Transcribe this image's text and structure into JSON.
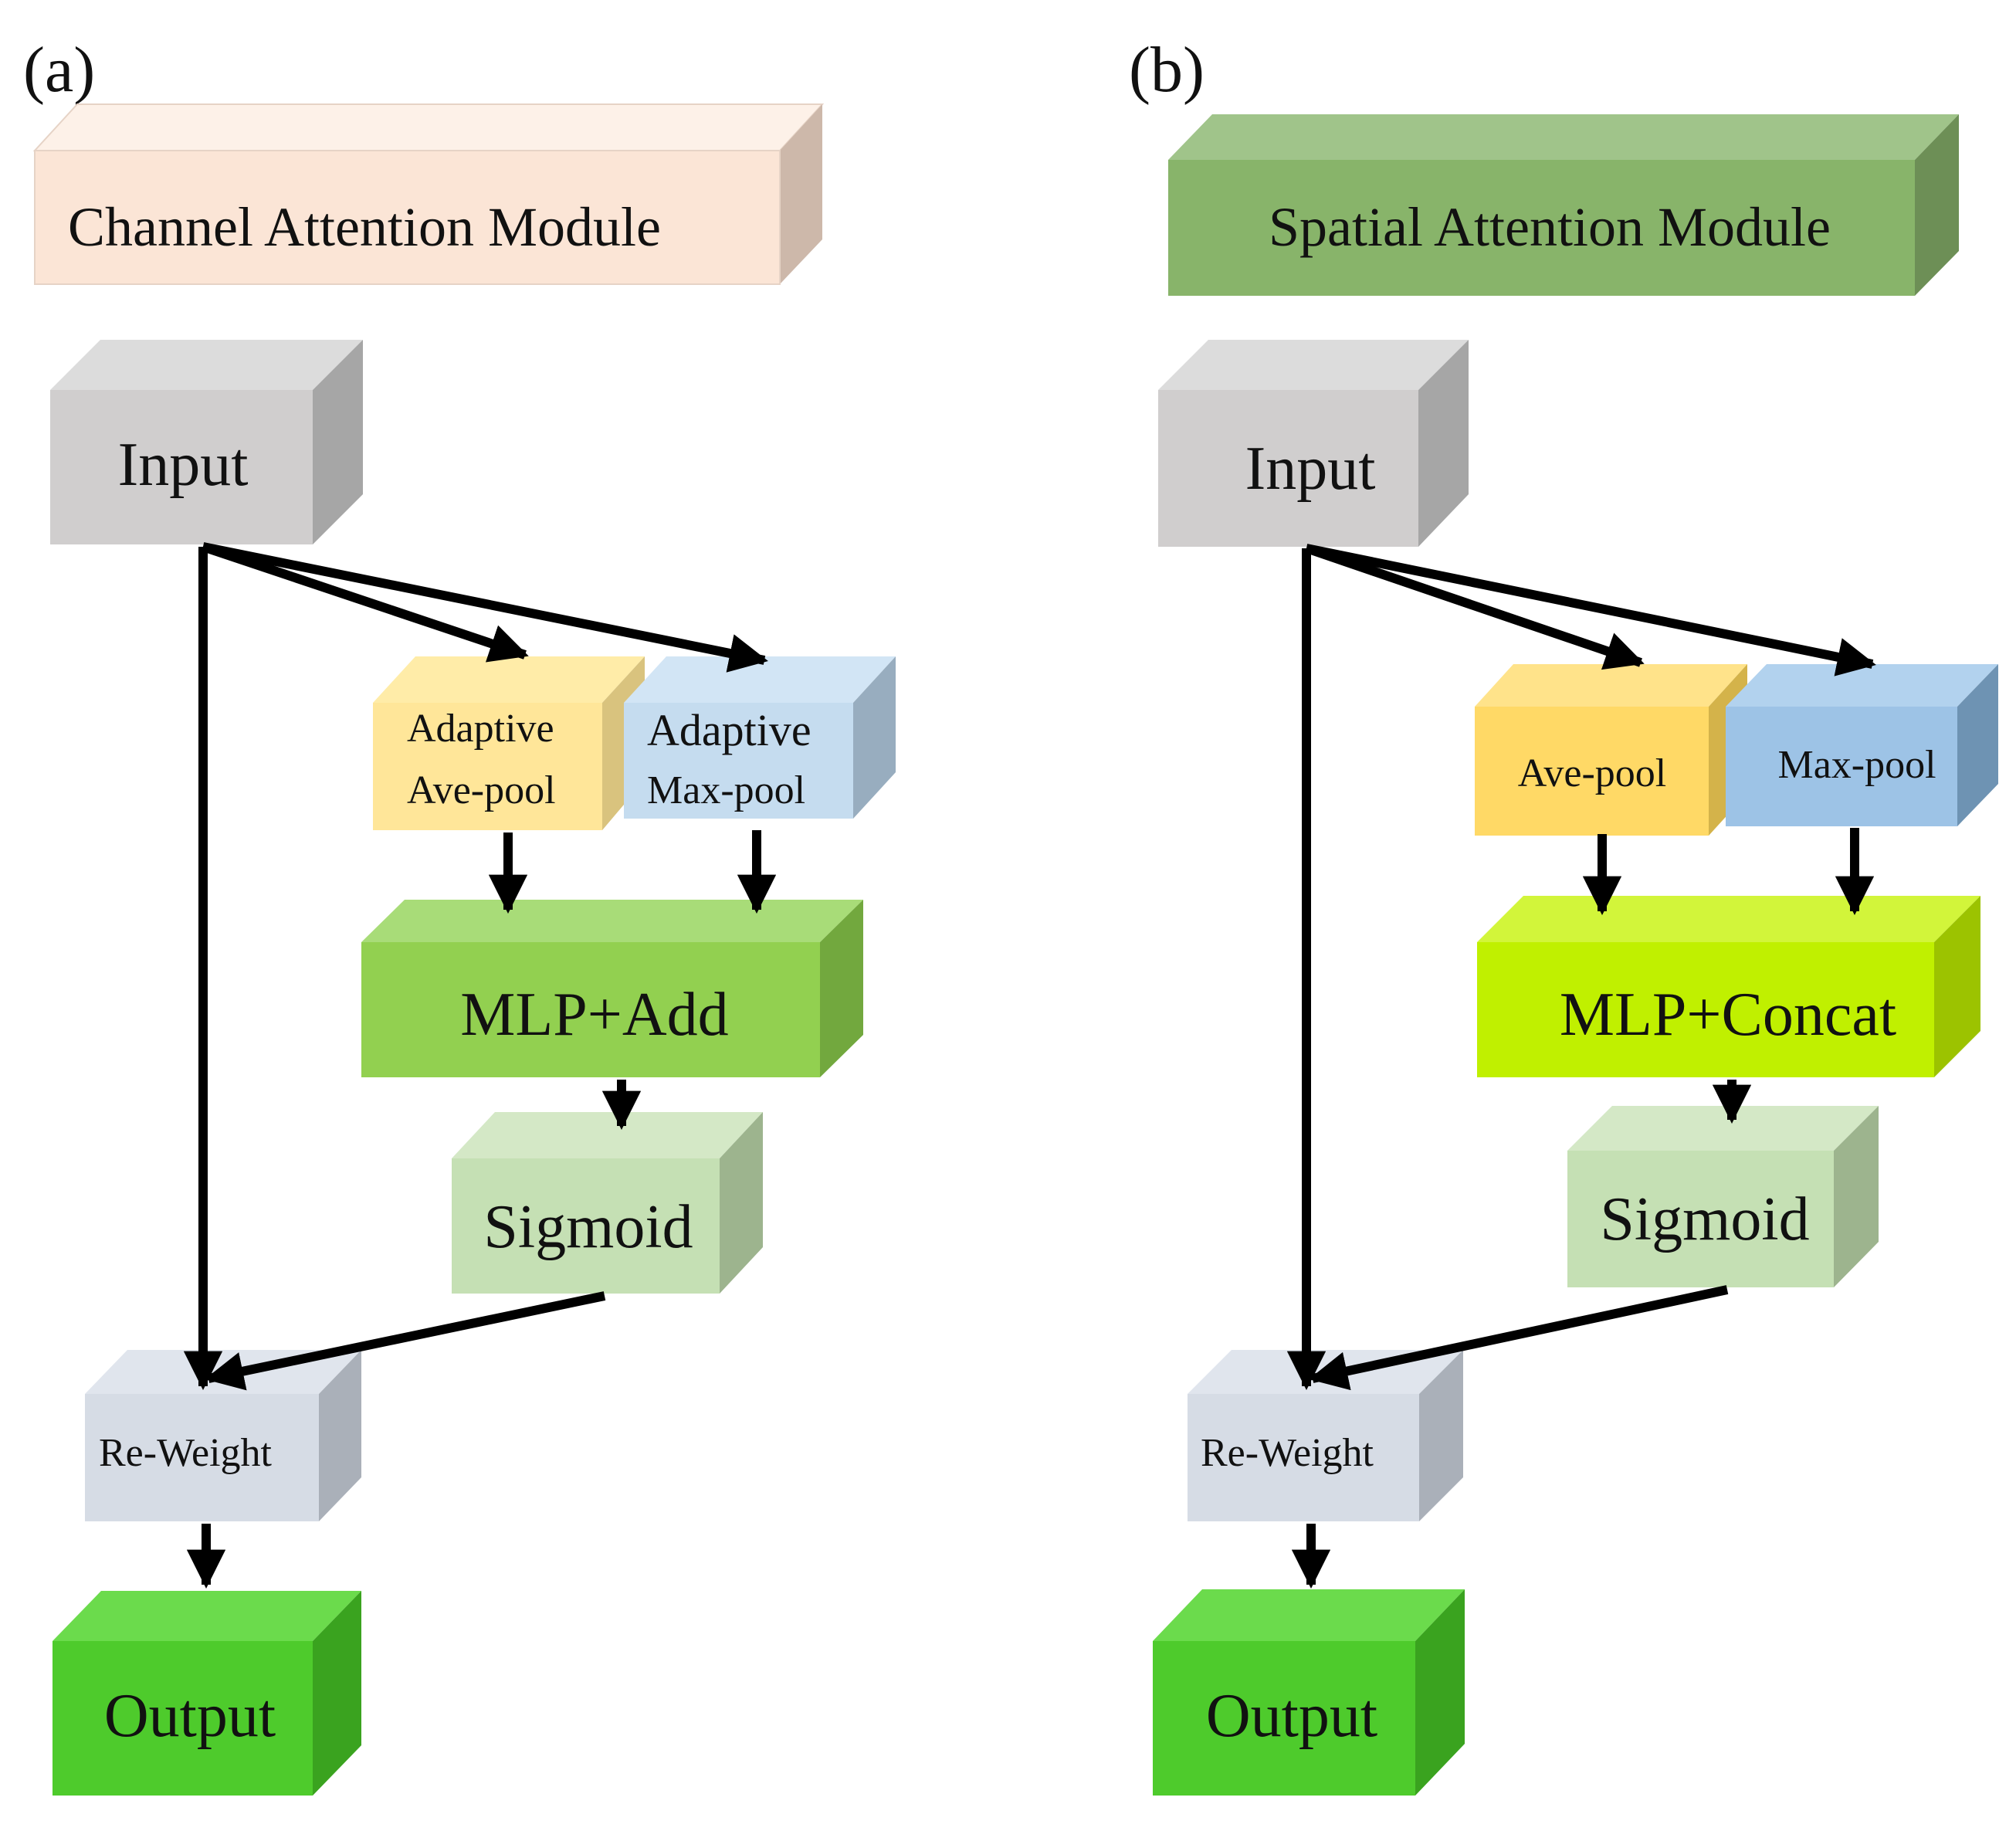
{
  "panel_a": {
    "label": "(a)",
    "title": "Channel Attention Module",
    "input": "Input",
    "pool1_line1": "Adaptive",
    "pool1_line2": "Ave-pool",
    "pool2_line1": "Adaptive",
    "pool2_line2": "Max-pool",
    "combine": "MLP+Add",
    "sigmoid": "Sigmoid",
    "reweight": "Re-Weight",
    "output": "Output"
  },
  "panel_b": {
    "label": "(b)",
    "title": "Spatial Attention Module",
    "input": "Input",
    "pool1": "Ave-pool",
    "pool2": "Max-pool",
    "combine": "MLP+Concat",
    "sigmoid": "Sigmoid",
    "reweight": "Re-Weight",
    "output": "Output"
  },
  "colors": {
    "title_a": "#fbe5d6",
    "title_b": "#88b46a",
    "input": "#d0cece",
    "ave_pool_a": "#ffe699",
    "max_pool_a": "#c5dcef",
    "ave_pool_b": "#ffd966",
    "max_pool_b": "#9dc3e6",
    "mlp_add": "#92d050",
    "mlp_concat": "#c0f000",
    "sigmoid": "#c5e0b4",
    "reweight": "#d6dce5",
    "output": "#4ecb2c",
    "arrow": "#000000"
  }
}
